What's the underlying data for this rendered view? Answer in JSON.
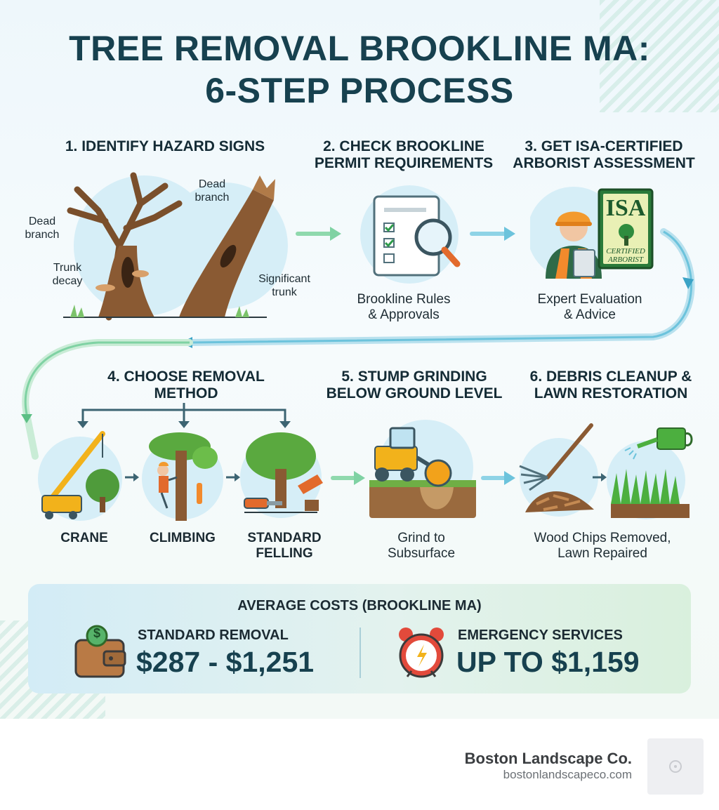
{
  "title": {
    "line1": "TREE REMOVAL BROOKLINE MA:",
    "line2": "6-STEP PROCESS"
  },
  "steps": [
    {
      "number": "1",
      "title": "1. IDENTIFY HAZARD SIGNS",
      "callouts": [
        "Dead branch",
        "Dead branch",
        "Trunk decay",
        "Significant trunk"
      ]
    },
    {
      "number": "2",
      "title_line1": "2. CHECK BROOKLINE",
      "title_line2": "PERMIT REQUIREMENTS",
      "caption_line1": "Brookline Rules",
      "caption_line2": "& Approvals"
    },
    {
      "number": "3",
      "title_line1": "3. GET ISA-CERTIFIED",
      "title_line2": "ARBORIST ASSESSMENT",
      "badge_text": "ISA",
      "badge_sub1": "CERTIFIED",
      "badge_sub2": "ARBORIST",
      "caption_line1": "Expert Evaluation",
      "caption_line2": "& Advice"
    },
    {
      "number": "4",
      "title_line1": "4. CHOOSE REMOVAL",
      "title_line2": "METHOD",
      "methods": [
        {
          "label": "CRANE"
        },
        {
          "label": "CLIMBING"
        },
        {
          "label_line1": "STANDARD",
          "label_line2": "FELLING"
        }
      ]
    },
    {
      "number": "5",
      "title_line1": "5. STUMP GRINDING",
      "title_line2": "BELOW GROUND LEVEL",
      "caption_line1": "Grind to",
      "caption_line2": "Subsurface"
    },
    {
      "number": "6",
      "title_line1": "6. DEBRIS CLEANUP &",
      "title_line2": "LAWN RESTORATION",
      "caption_line1": "Wood Chips Removed,",
      "caption_line2": "Lawn Repaired"
    }
  ],
  "costs": {
    "heading": "AVERAGE COSTS (BROOKLINE MA)",
    "standard": {
      "label": "STANDARD REMOVAL",
      "value": "$287 - $1,251",
      "icon": "wallet-icon",
      "coin_symbol": "$"
    },
    "emergency": {
      "label": "EMERGENCY SERVICES",
      "value": "UP TO $1,159",
      "icon": "alarm-clock-icon"
    }
  },
  "footer": {
    "brand": "Boston Landscape Co.",
    "url": "bostonlandscapeco.com"
  },
  "colors": {
    "title": "#17414f",
    "flow_green": "#7fd2a3",
    "flow_blue": "#6cc3dc",
    "arrow_dark": "#3c6472"
  }
}
